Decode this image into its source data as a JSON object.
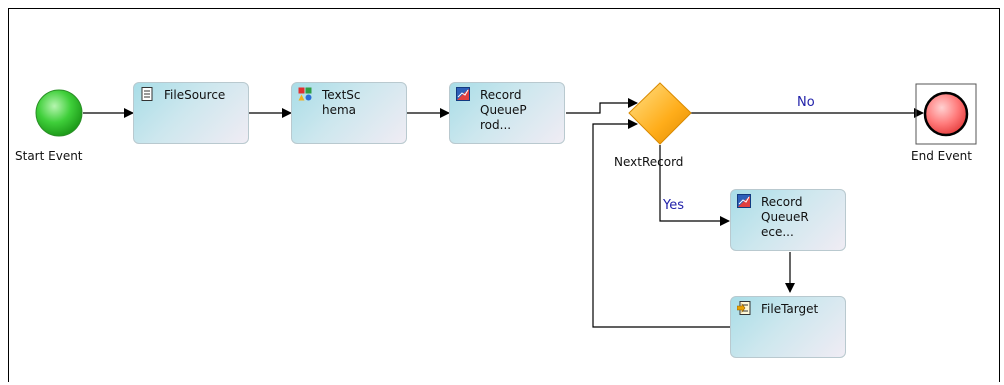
{
  "start_event": {
    "label": "Start Event"
  },
  "end_event": {
    "label": "End Event"
  },
  "tasks": {
    "file_source": {
      "label": "FileSource",
      "icon": "document-icon"
    },
    "text_schema": {
      "label": "TextSc\nhema",
      "icon": "schema-shapes-icon"
    },
    "queue_producer": {
      "label": "Record\nQueueP\nrod...",
      "icon": "queue-chart-icon"
    },
    "queue_receiver": {
      "label": "Record\nQueueR\nece...",
      "icon": "queue-chart-icon"
    },
    "file_target": {
      "label": "FileTarget",
      "icon": "file-target-icon"
    }
  },
  "gateway": {
    "label": "NextRecord"
  },
  "edges": {
    "no": "No",
    "yes": "Yes"
  },
  "colors": {
    "start": "#33cc33",
    "end": "#ff7070",
    "gateway": "#ffb300",
    "edge_label": "#2222aa"
  }
}
